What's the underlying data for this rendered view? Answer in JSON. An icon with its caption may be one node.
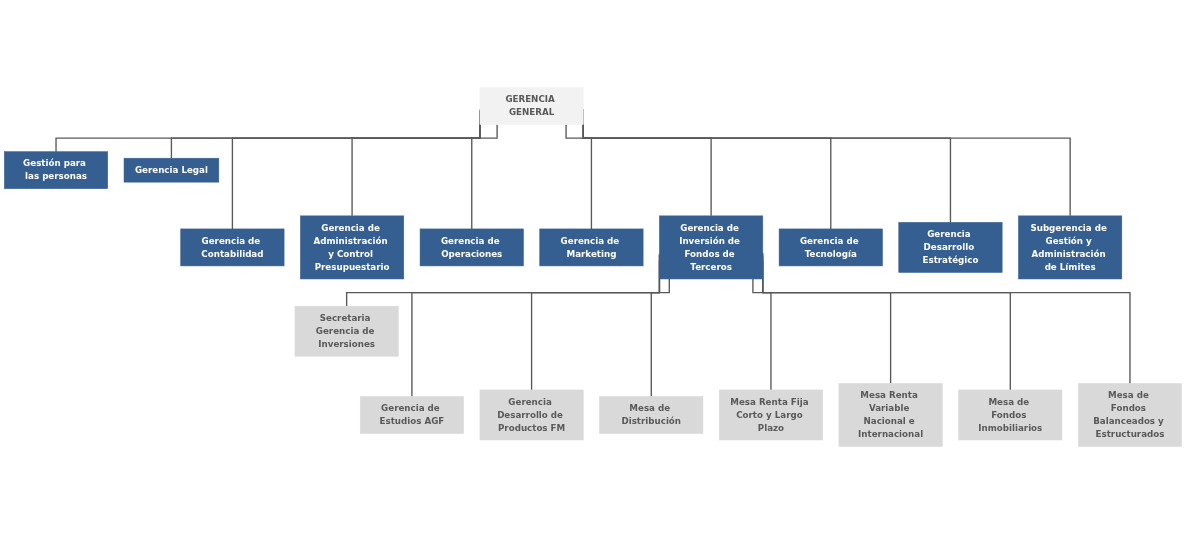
{
  "diagram": {
    "nodes": [
      {
        "text": [
          "GERENCIA GENERAL"
        ]
      },
      {
        "text": [
          "Gestión para las personas"
        ]
      },
      {
        "text": [
          "Gerencia Legal"
        ]
      },
      {
        "text": [
          "Gerencia de Contabilidad"
        ]
      },
      {
        "text": [
          "Gerencia de Administración y Control Presupuestario"
        ]
      },
      {
        "text": [
          "Gerencia de Operaciones"
        ]
      },
      {
        "text": [
          "Gerencia de Marketing"
        ]
      },
      {
        "text": [
          "Gerencia de Inversión de Fondos de Terceros"
        ]
      },
      {
        "text": [
          "Gerencia de Tecnología"
        ]
      },
      {
        "text": [
          "Gerencia Desarrollo Estratégico"
        ]
      },
      {
        "text": [
          "Subgerencia de Gestión y Administración de Límites"
        ]
      },
      {
        "text": [
          "Secretaria Gerencia de Inversiones"
        ]
      },
      {
        "text": [
          "Gerencia de Estudios AGF"
        ]
      },
      {
        "text": [
          "Gerencia Desarrollo de Productos FM"
        ]
      },
      {
        "text": [
          "Mesa de Distribución"
        ]
      },
      {
        "text": [
          "Mesa Renta Fija Corto y Largo Plazo"
        ]
      },
      {
        "text": [
          "Mesa Renta Variable Nacional e Internacional"
        ]
      },
      {
        "text": [
          "Mesa de Fondos Inmobiliarios"
        ]
      },
      {
        "text": [
          "Mesa de Fondos Balanceados y Estructurados"
        ]
      }
    ],
    "edges": [
      {
        "from": 0,
        "to": 1,
        "arrow": "none"
      },
      {
        "from": 0,
        "to": 2,
        "arrow": "none"
      },
      {
        "from": 0,
        "to": 3,
        "arrow": "none"
      },
      {
        "from": 0,
        "to": 4,
        "arrow": "none"
      },
      {
        "from": 0,
        "to": 5,
        "arrow": "none"
      },
      {
        "from": 0,
        "to": 6,
        "arrow": "none"
      },
      {
        "from": 0,
        "to": 7,
        "arrow": "none"
      },
      {
        "from": 0,
        "to": 8,
        "arrow": "none"
      },
      {
        "from": 0,
        "to": 9,
        "arrow": "none"
      },
      {
        "from": 0,
        "to": 10,
        "arrow": "none"
      },
      {
        "from": 7,
        "to": 11,
        "arrow": "none"
      },
      {
        "from": 7,
        "to": 12,
        "arrow": "none"
      },
      {
        "from": 7,
        "to": 13,
        "arrow": "none"
      },
      {
        "from": 7,
        "to": 14,
        "arrow": "none"
      },
      {
        "from": 7,
        "to": 15,
        "arrow": "none"
      },
      {
        "from": 7,
        "to": 16,
        "arrow": "none"
      },
      {
        "from": 7,
        "to": 17,
        "arrow": "none"
      },
      {
        "from": 7,
        "to": 18,
        "arrow": "none"
      }
    ]
  }
}
